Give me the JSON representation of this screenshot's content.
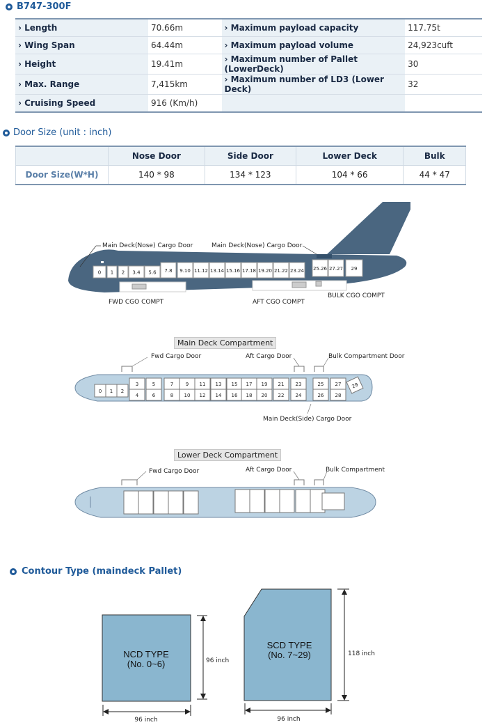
{
  "title": "B747-300F",
  "specs": [
    {
      "l1": "Length",
      "v1": "70.66m",
      "l2": "Maximum payload capacity",
      "v2": "117.75t"
    },
    {
      "l1": "Wing Span",
      "v1": "64.44m",
      "l2": "Maximum payload volume",
      "v2": "24,923cuft"
    },
    {
      "l1": "Height",
      "v1": "19.41m",
      "l2": "Maximum number of Pallet (LowerDeck)",
      "v2": "30"
    },
    {
      "l1": "Max. Range",
      "v1": "7,415km",
      "l2": "Maximum number of LD3 (Lower Deck)",
      "v2": "32"
    },
    {
      "l1": "Cruising Speed",
      "v1": "916 (Km/h)",
      "l2": "",
      "v2": ""
    }
  ],
  "door_title": "Door Size (unit : inch)",
  "door": {
    "headers": [
      "Nose Door",
      "Side Door",
      "Lower Deck",
      "Bulk"
    ],
    "row_label": "Door Size(W*H)",
    "values": [
      "140 * 98",
      "134 * 123",
      "104 * 66",
      "44 * 47"
    ]
  },
  "side_view": {
    "label_nose": "Main Deck(Nose) Cargo Door",
    "label_nose2": "Main Deck(Nose) Cargo Door",
    "label_fwd": "FWD CGO COMPT",
    "label_aft": "AFT CGO COMPT",
    "label_bulk": "BULK CGO COMPT",
    "slots": [
      "0",
      "1",
      "2",
      "3.4",
      "5.6",
      "7.8",
      "9.10",
      "11.12",
      "13.14",
      "15.16",
      "17.18",
      "19.20",
      "21.22",
      "23.24",
      "25.26",
      "27.27",
      "29"
    ]
  },
  "main_deck": {
    "title": "Main Deck Compartment",
    "fwd": "Fwd Cargo Door",
    "aft": "Aft Cargo Door",
    "bulk": "Bulk Compartment Door",
    "side": "Main Deck(Side) Cargo Door",
    "front": [
      "0",
      "1",
      "2"
    ],
    "top": [
      "3",
      "5",
      "7",
      "9",
      "11",
      "13",
      "15",
      "17",
      "19",
      "21",
      "23",
      "25",
      "27"
    ],
    "bottom": [
      "4",
      "6",
      "8",
      "10",
      "12",
      "14",
      "16",
      "18",
      "20",
      "22",
      "24",
      "26",
      "28"
    ],
    "tail": "29"
  },
  "lower_deck": {
    "title": "Lower Deck Compartment",
    "fwd": "Fwd Cargo Door",
    "aft": "Aft Cargo Door",
    "bulk": "Bulk Compartment"
  },
  "contour_title": "Contour Type (maindeck Pallet)",
  "contour": {
    "ncd_line1": "NCD TYPE",
    "ncd_line2": "(No. 0~6)",
    "ncd_h": "96 inch",
    "ncd_w": "96 inch",
    "scd_line1": "SCD TYPE",
    "scd_line2": "(No. 7~29)",
    "scd_h": "118 inch",
    "scd_w": "96 inch"
  },
  "colors": {
    "accent": "#1f5a99",
    "fuselage": "#4a6680",
    "deck": "#bcd3e3",
    "pallet": "#8ab6cf"
  }
}
